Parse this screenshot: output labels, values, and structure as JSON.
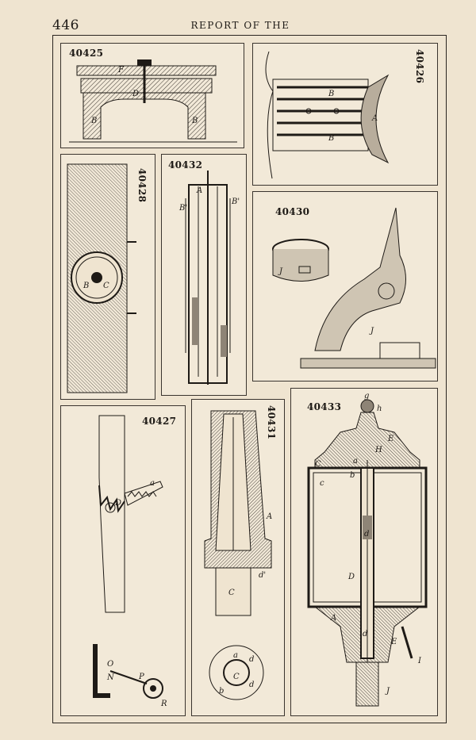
{
  "header": {
    "page_number": "446",
    "title": "REPORT OF THE"
  },
  "figures": [
    {
      "id": "fig-40425",
      "patent_number": "40425",
      "labels": [
        "F",
        "D",
        "B",
        "B"
      ]
    },
    {
      "id": "fig-40426",
      "patent_number": "40426",
      "labels": [
        "B",
        "A",
        "B"
      ]
    },
    {
      "id": "fig-40428",
      "patent_number": "40428",
      "labels": [
        "B",
        "C"
      ]
    },
    {
      "id": "fig-40432",
      "patent_number": "40432",
      "labels": [
        "A",
        "B'",
        "B'"
      ]
    },
    {
      "id": "fig-40430",
      "patent_number": "40430",
      "labels": [
        "J",
        "J"
      ]
    },
    {
      "id": "fig-40427",
      "patent_number": "40427",
      "labels": [
        "a",
        "D",
        "O",
        "N",
        "P",
        "R"
      ]
    },
    {
      "id": "fig-40431",
      "patent_number": "40431",
      "labels": [
        "A",
        "d'",
        "C",
        "a",
        "d",
        "C",
        "d",
        "b"
      ]
    },
    {
      "id": "fig-40433",
      "patent_number": "40433",
      "labels": [
        "g",
        "h",
        "E",
        "H",
        "C",
        "a",
        "b",
        "c",
        "d",
        "D",
        "A",
        "E",
        "d",
        "I",
        "J"
      ]
    }
  ]
}
